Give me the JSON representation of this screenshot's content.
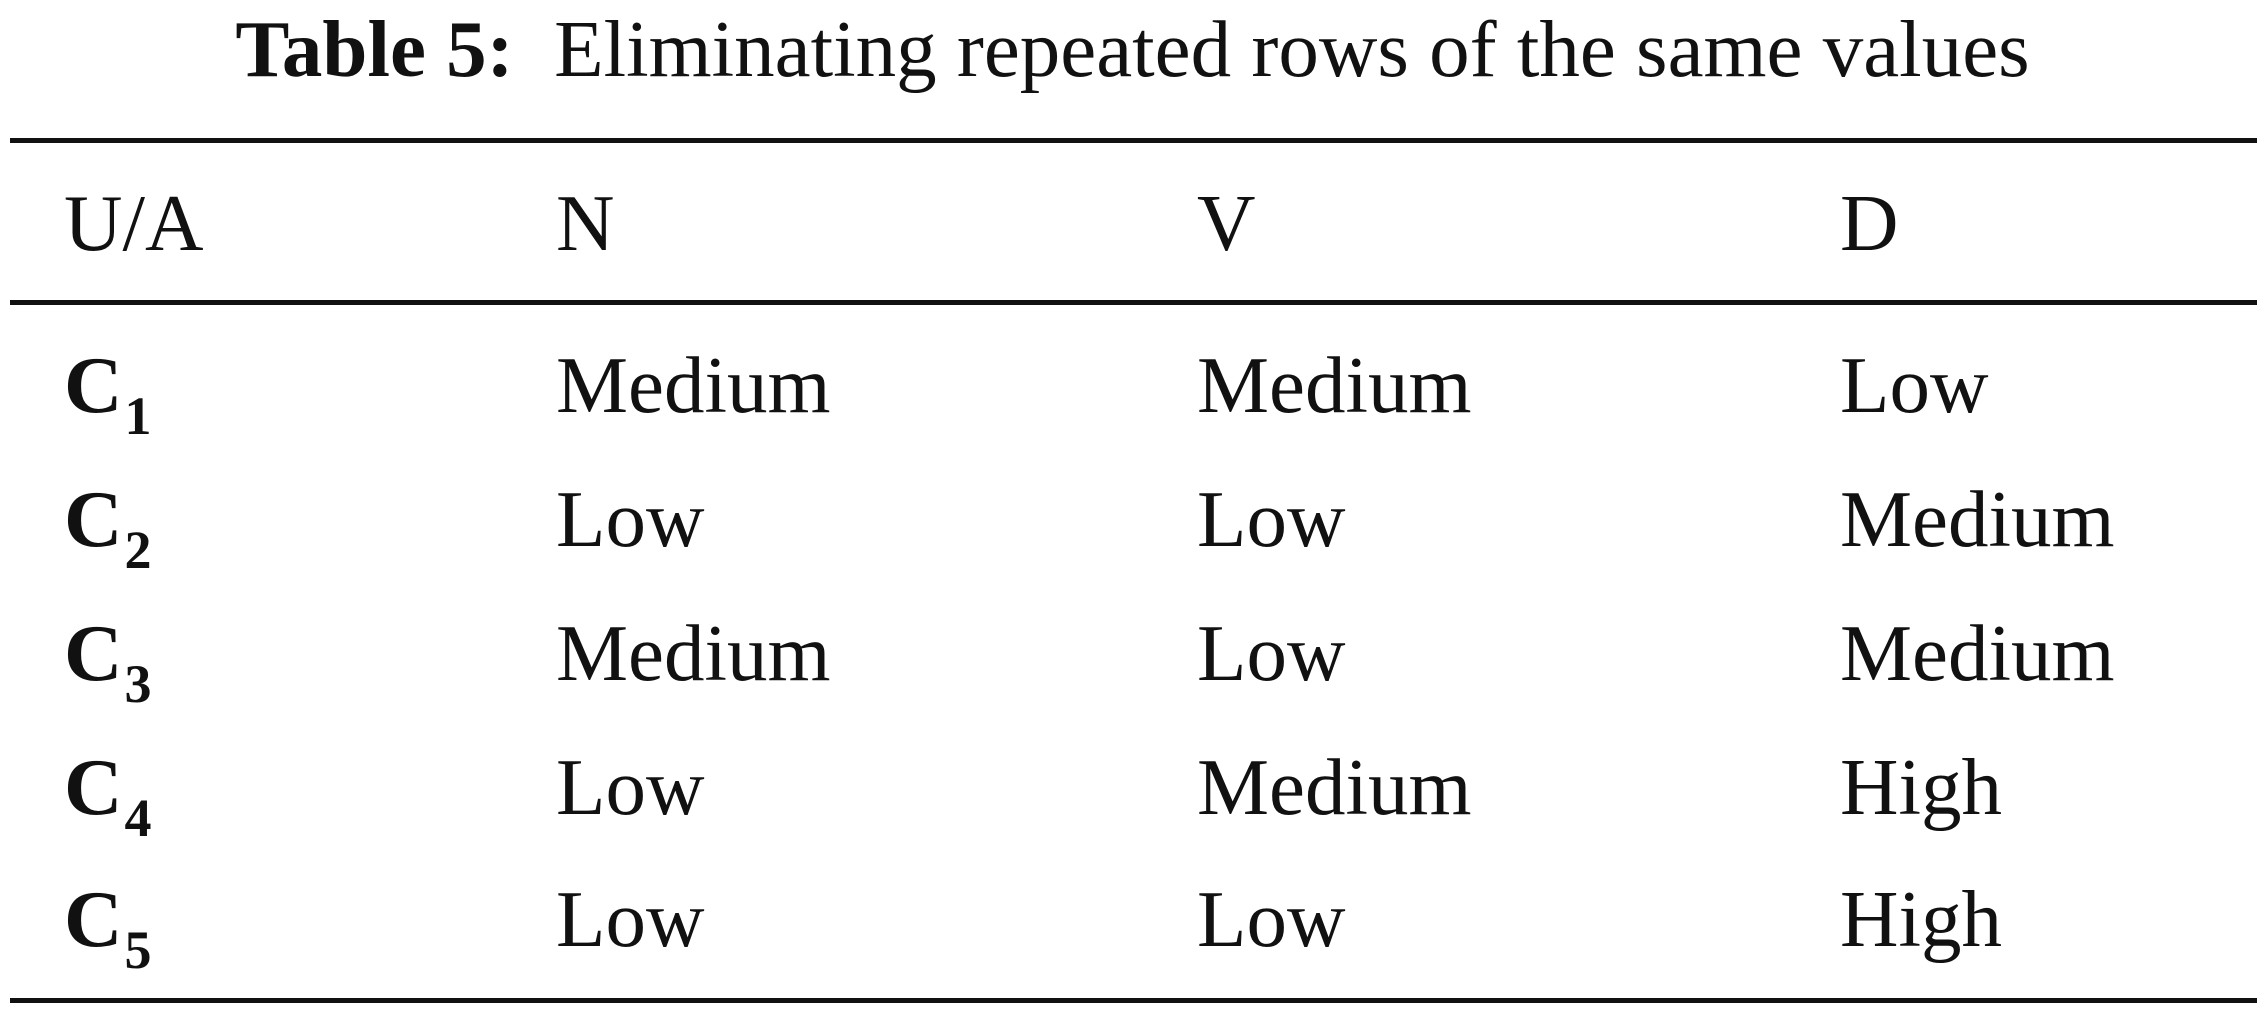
{
  "caption": {
    "label": "Table 5:",
    "text": "Eliminating repeated rows of the same values"
  },
  "table": {
    "headers": [
      "U/A",
      "N",
      "V",
      "D"
    ],
    "rows": [
      {
        "id": {
          "base": "C",
          "sub": "1"
        },
        "cells": [
          "Medium",
          "Medium",
          "Low"
        ]
      },
      {
        "id": {
          "base": "C",
          "sub": "2"
        },
        "cells": [
          "Low",
          "Low",
          "Medium"
        ]
      },
      {
        "id": {
          "base": "C",
          "sub": "3"
        },
        "cells": [
          "Medium",
          "Low",
          "Medium"
        ]
      },
      {
        "id": {
          "base": "C",
          "sub": "4"
        },
        "cells": [
          "Low",
          "Medium",
          "High"
        ]
      },
      {
        "id": {
          "base": "C",
          "sub": "5"
        },
        "cells": [
          "Low",
          "Low",
          "High"
        ]
      }
    ]
  }
}
